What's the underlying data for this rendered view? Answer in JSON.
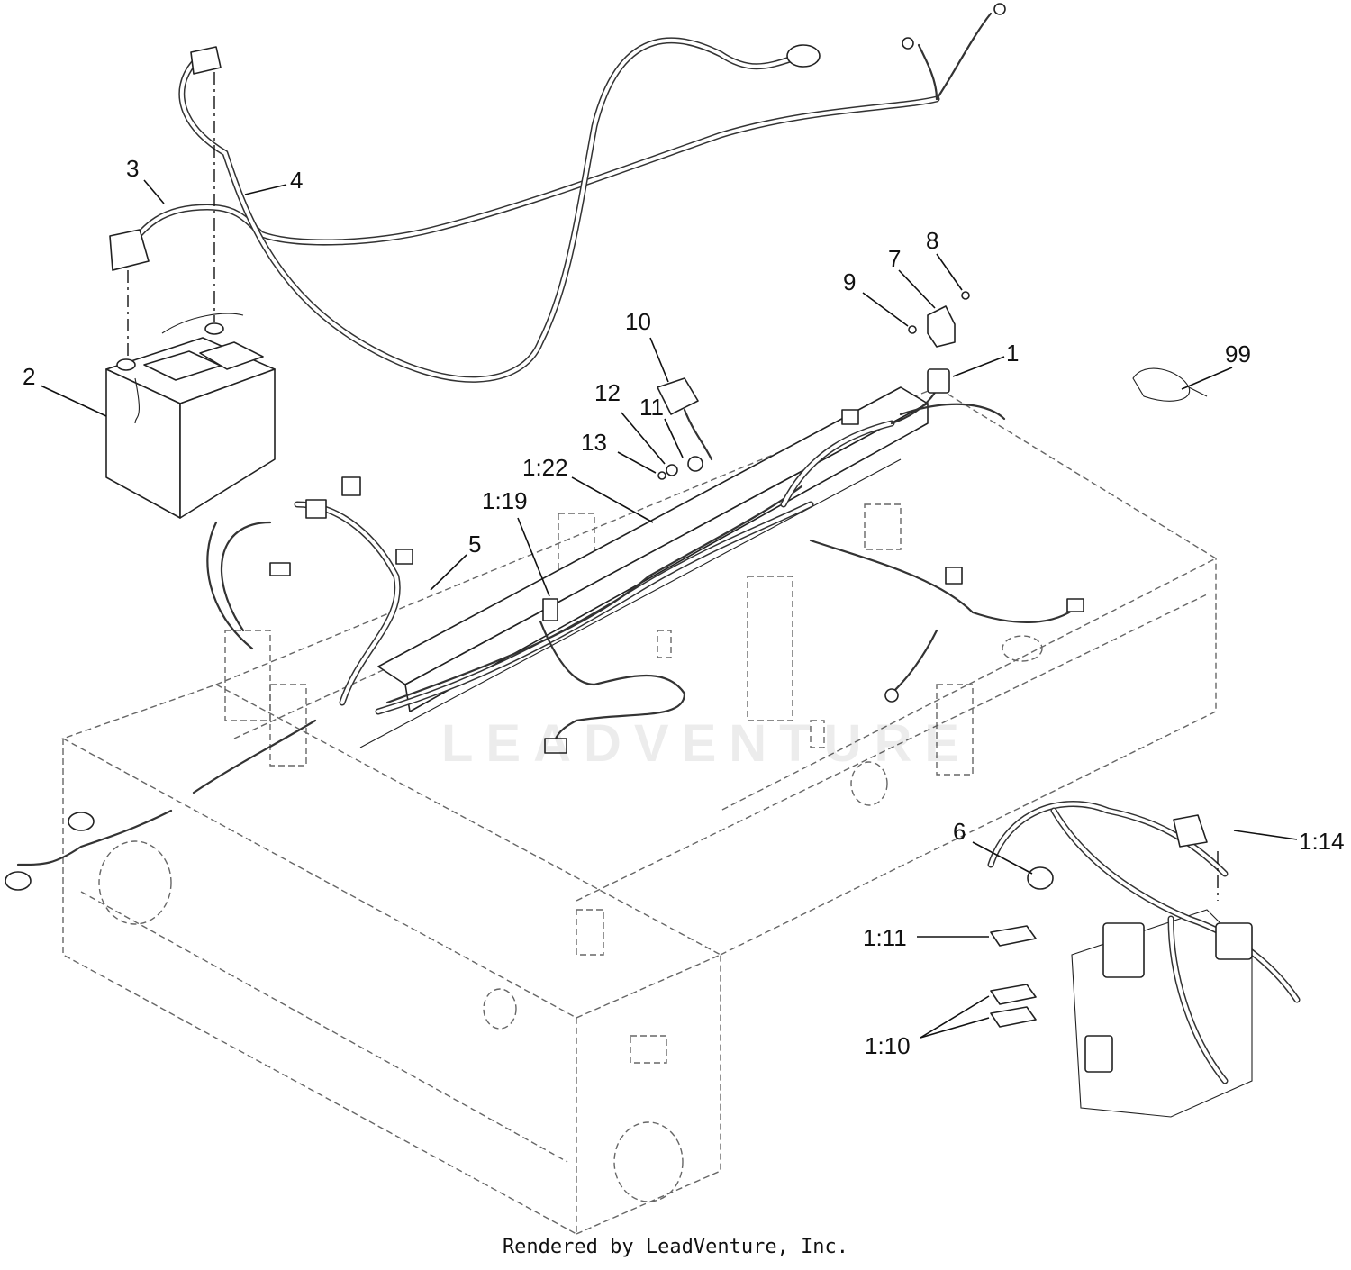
{
  "callouts": [
    {
      "id": "c1",
      "label": "1"
    },
    {
      "id": "c2",
      "label": "2"
    },
    {
      "id": "c3",
      "label": "3"
    },
    {
      "id": "c4",
      "label": "4"
    },
    {
      "id": "c5",
      "label": "5"
    },
    {
      "id": "c6",
      "label": "6"
    },
    {
      "id": "c7",
      "label": "7"
    },
    {
      "id": "c8",
      "label": "8"
    },
    {
      "id": "c9",
      "label": "9"
    },
    {
      "id": "c10",
      "label": "10"
    },
    {
      "id": "c11",
      "label": "11"
    },
    {
      "id": "c12",
      "label": "12"
    },
    {
      "id": "c13",
      "label": "13"
    },
    {
      "id": "c99",
      "label": "99"
    },
    {
      "id": "c122",
      "label": "1:22"
    },
    {
      "id": "c119",
      "label": "1:19"
    },
    {
      "id": "c114",
      "label": "1:14"
    },
    {
      "id": "c111",
      "label": "1:11"
    },
    {
      "id": "c110",
      "label": "1:10"
    }
  ],
  "watermark": "LEADVENTURE",
  "credit": "Rendered by LeadVenture, Inc."
}
